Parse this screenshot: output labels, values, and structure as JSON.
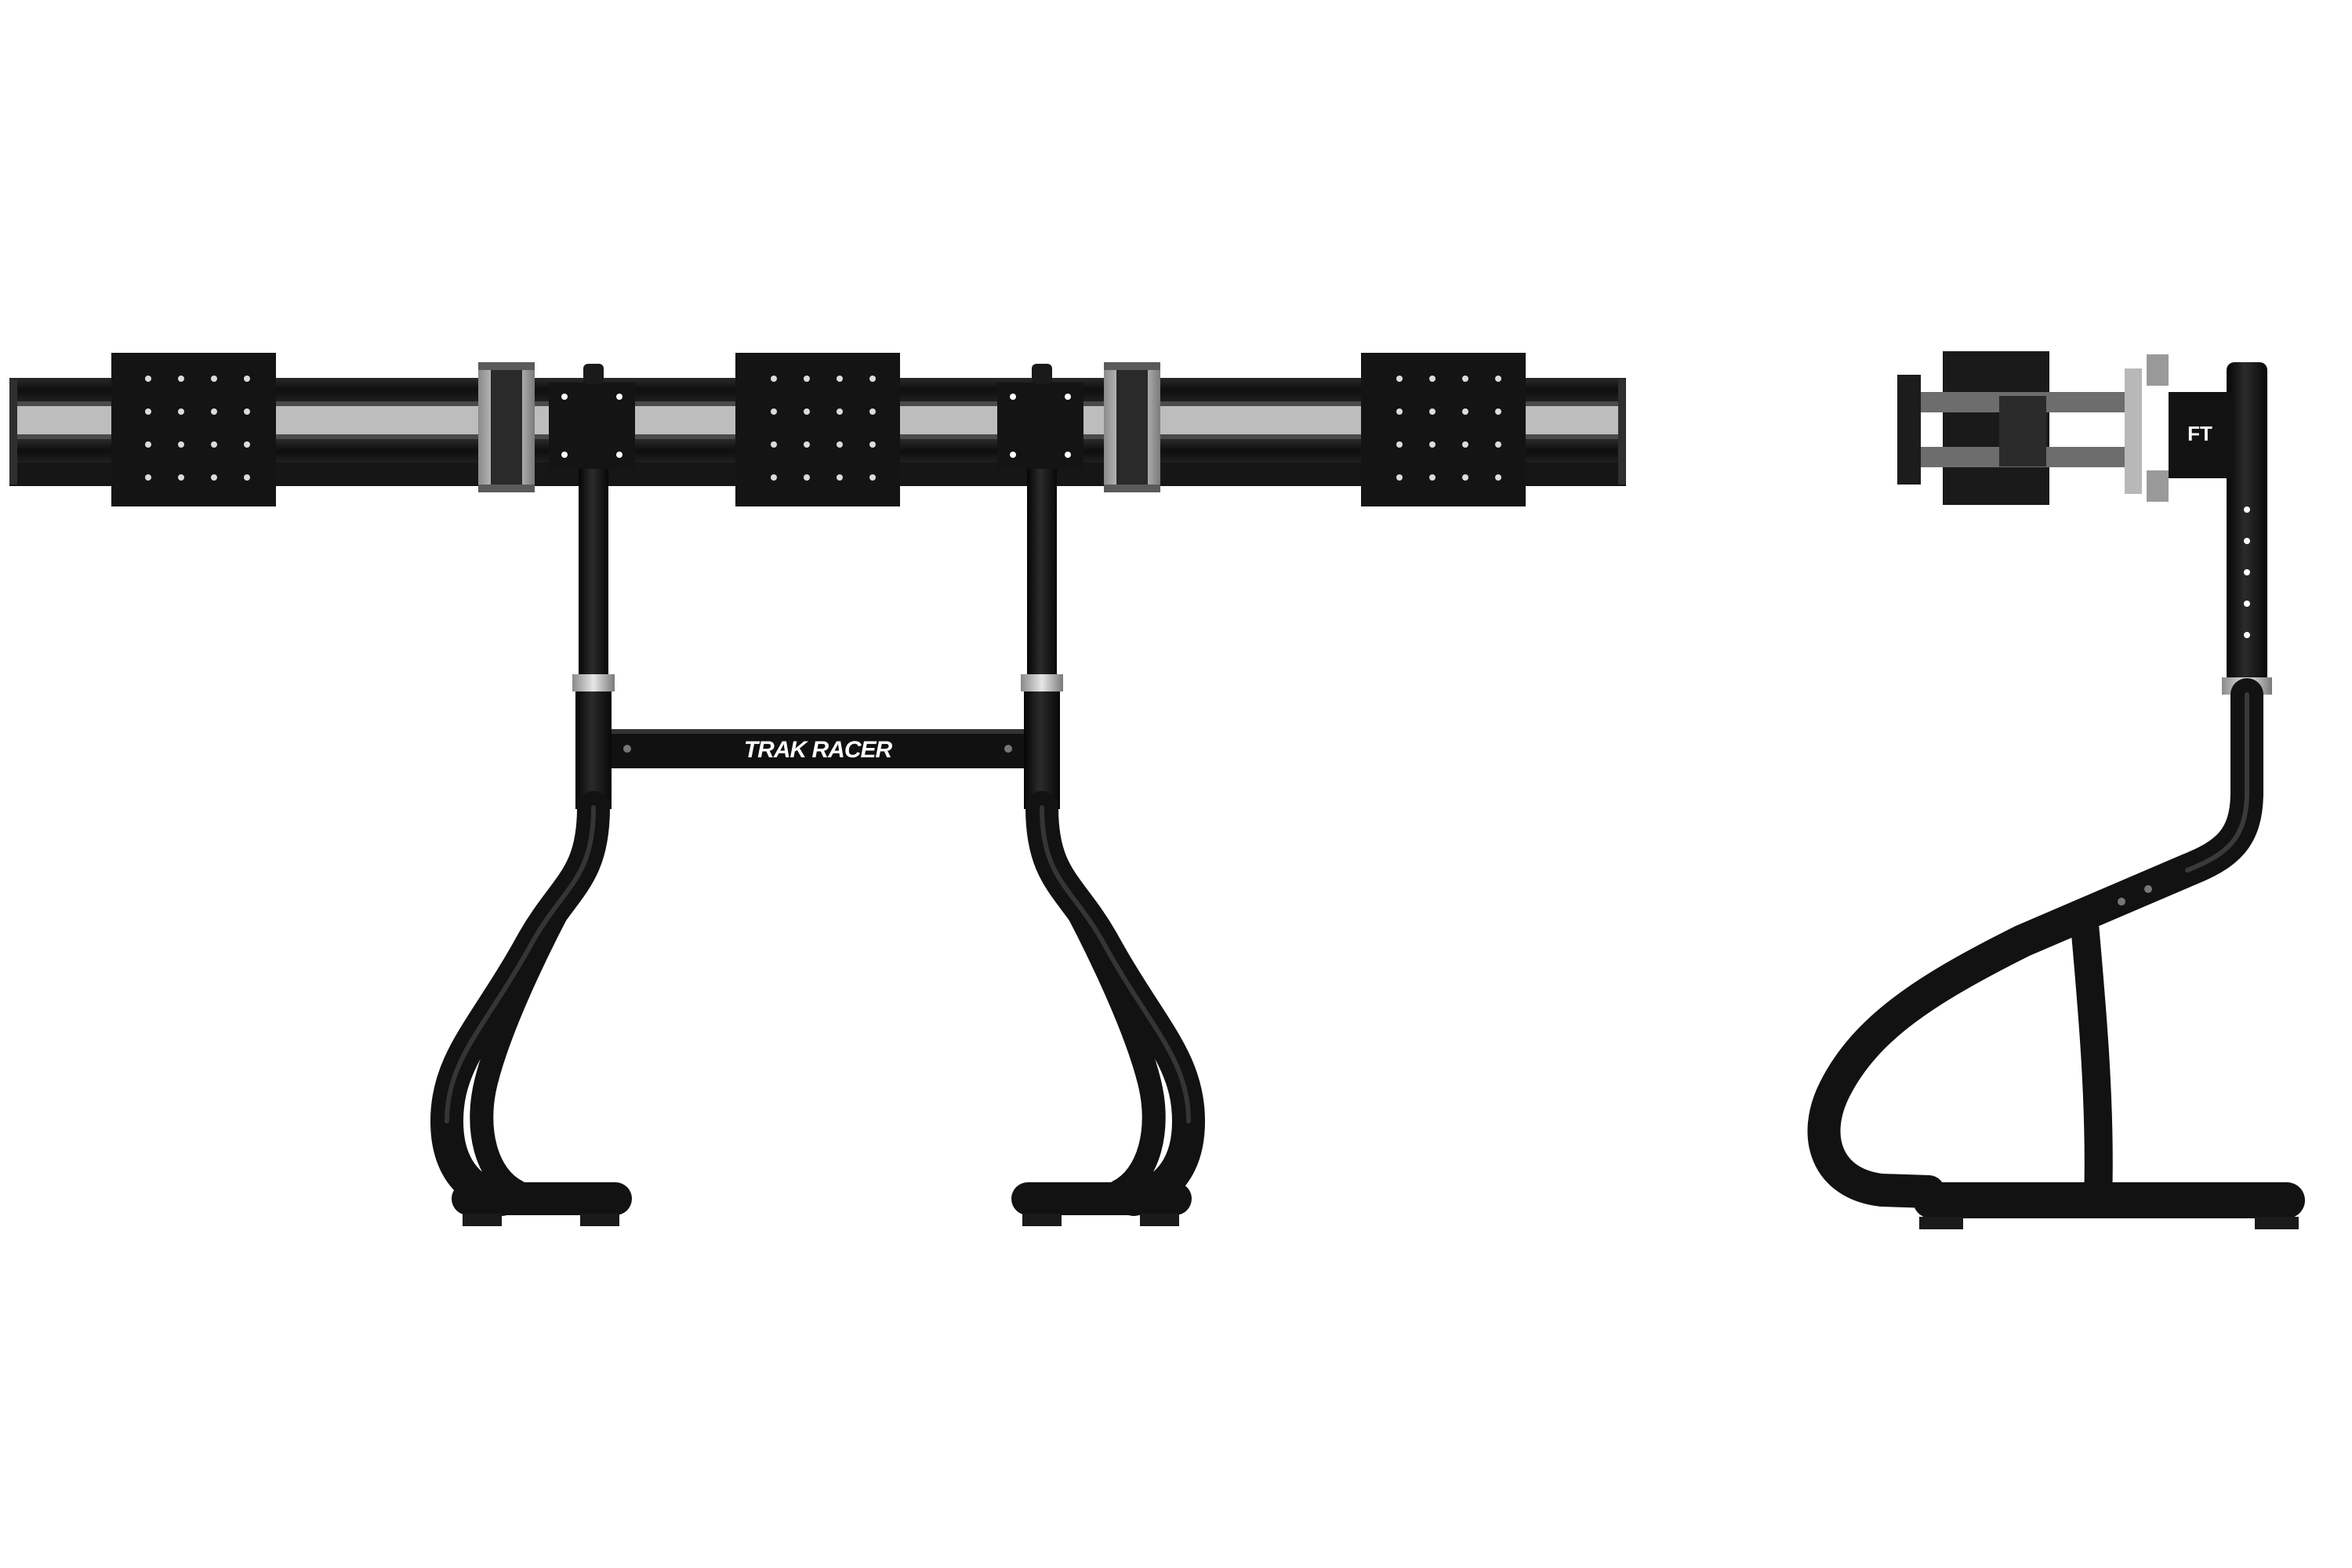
{
  "image": {
    "description_kind": "product-photo",
    "background": "#ffffff"
  },
  "front_view": {
    "crossbar_label": "TRAK RACER"
  },
  "side_view": {
    "logo_text": "FT"
  },
  "colors": {
    "frame": "#111111",
    "frame_highlight": "#3a3a3a",
    "clamp_silver": "#c8c8c8",
    "hole": "#ffffff"
  }
}
